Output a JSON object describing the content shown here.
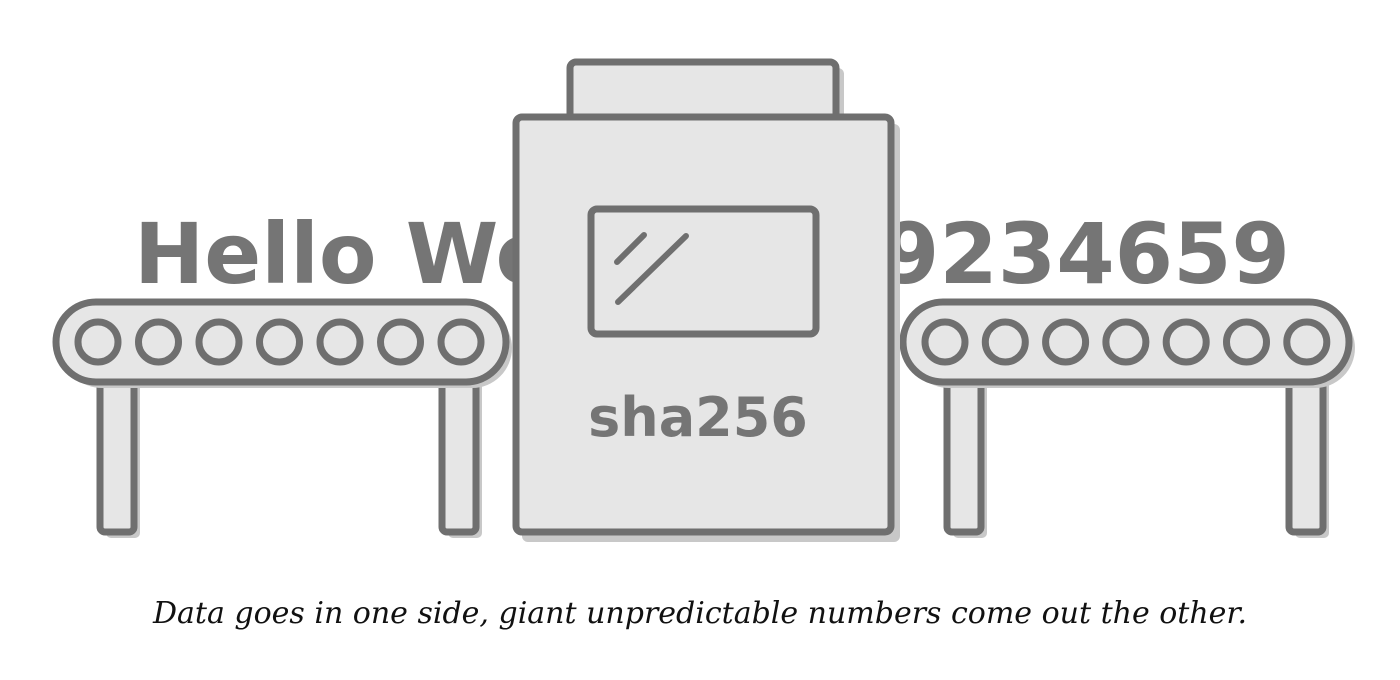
{
  "diagram": {
    "input_text": "Hello World",
    "output_text": "09234659",
    "machine_label": "sha256",
    "roller_count_per_conveyor": 7
  },
  "caption": "Data goes in one side, giant unpredictable numbers come out the other."
}
